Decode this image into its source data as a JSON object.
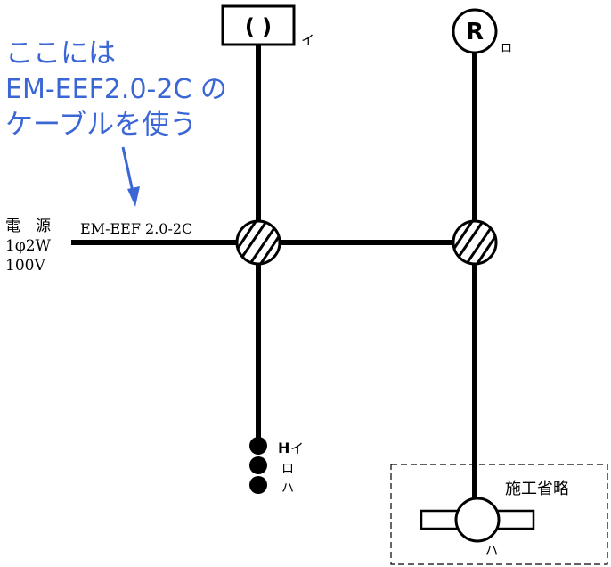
{
  "annotation": {
    "lines": [
      "ここには",
      "EM-EEF2.0-2C の",
      "ケーブルを使う"
    ],
    "color": "#3b66d6"
  },
  "power_source": {
    "title": "電　源",
    "phase": "1φ2W",
    "voltage": "100V"
  },
  "cable_label": "EM-EEF 2.0-2C",
  "fixtures": {
    "ceiling_light": {
      "symbol": "( )",
      "id_label": "イ"
    },
    "receptacle_lamp": {
      "symbol": "R",
      "id_label": "ロ"
    }
  },
  "switches": {
    "h_marker": "H",
    "labels": [
      "イ",
      "ロ",
      "ハ"
    ]
  },
  "omitted_area": {
    "label": "施工省略",
    "fixture_label": "ハ"
  },
  "colors": {
    "line": "#000000",
    "annotation": "#3b66d6"
  }
}
